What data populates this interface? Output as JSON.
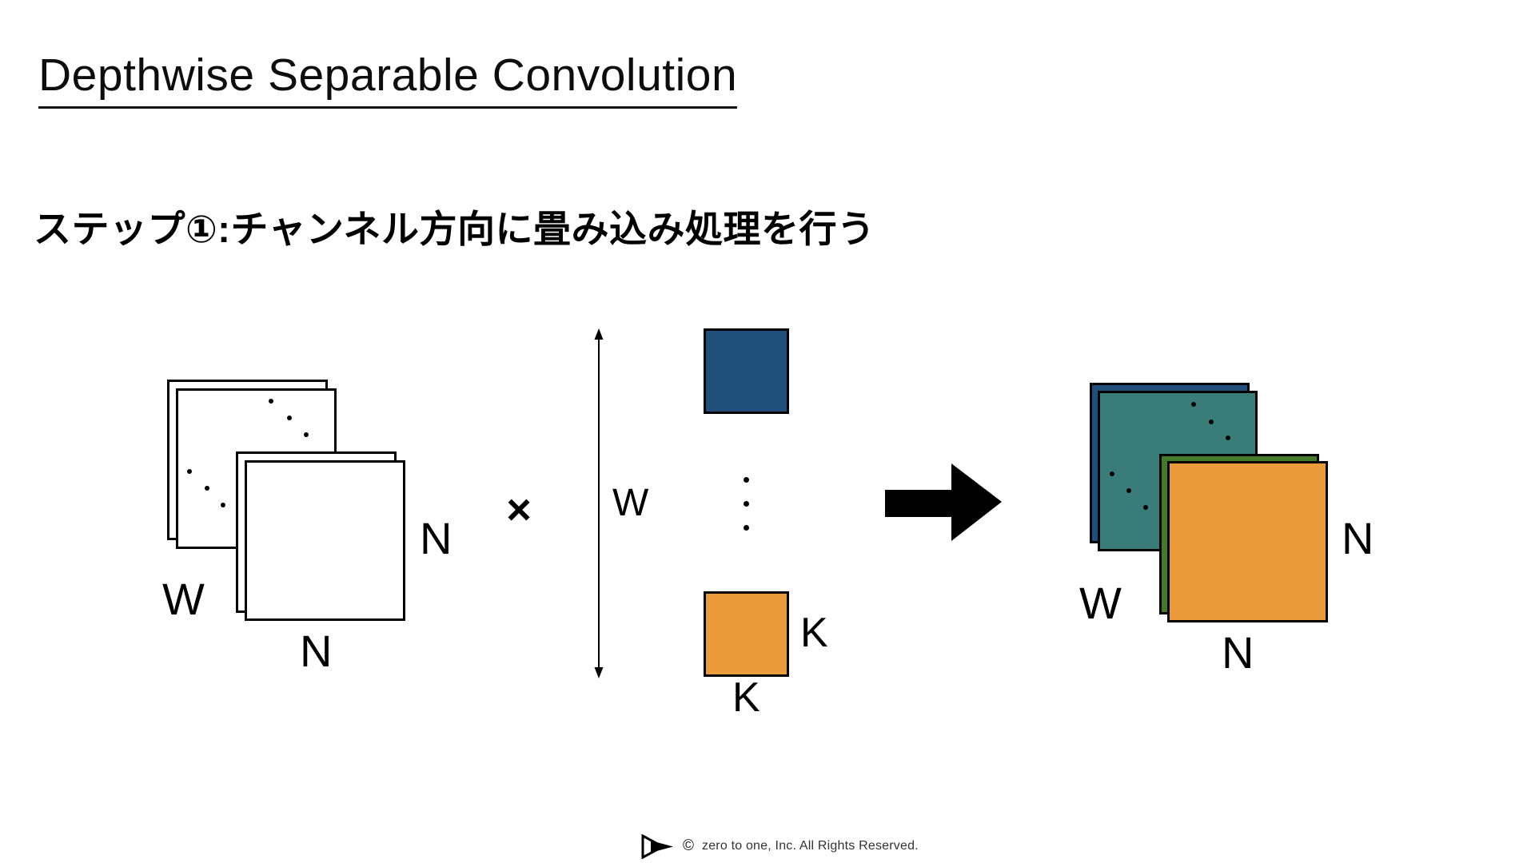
{
  "title": "Depthwise Separable Convolution",
  "step_heading": "ステップ①:チャンネル方向に畳み込み処理を行う",
  "diagram": {
    "multiply": "×",
    "input_maps": {
      "depth_label": "W",
      "side_label": "N",
      "bottom_label": "N"
    },
    "kernel": {
      "span_label": "W",
      "side_label": "K",
      "bottom_label": "K"
    },
    "output_maps": {
      "depth_label": "W",
      "side_label": "N",
      "bottom_label": "N"
    }
  },
  "colors": {
    "navy": "#204F7C",
    "teal": "#3A7C79",
    "green": "#437B2B",
    "orange": "#EC9B3C",
    "white": "#FFFFFF",
    "black": "#000000"
  },
  "footer": {
    "copyright_symbol": "©",
    "copyright_text": "zero to one, Inc. All Rights Reserved."
  }
}
